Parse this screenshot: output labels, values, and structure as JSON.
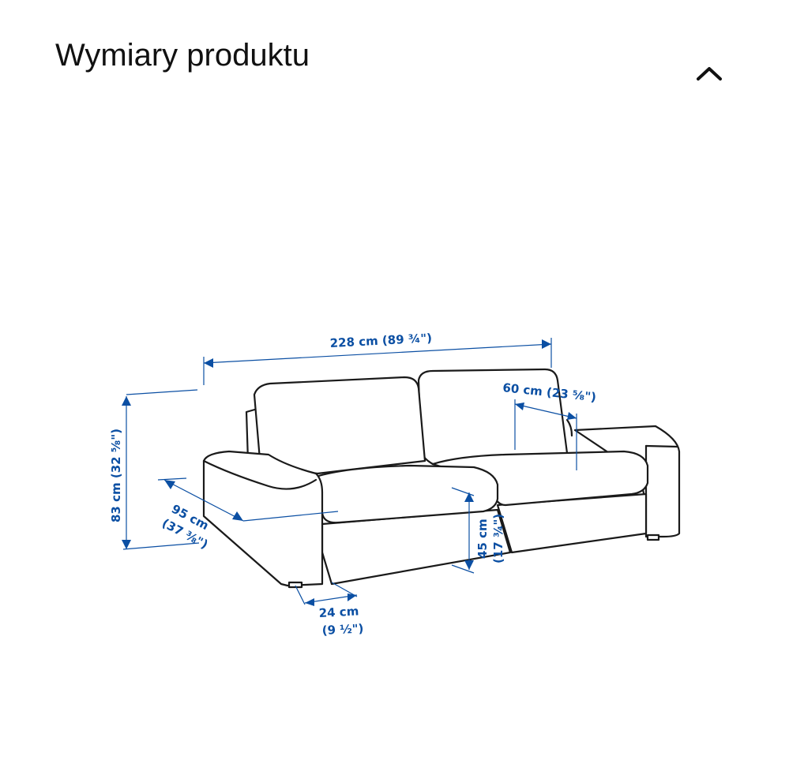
{
  "header": {
    "title": "Wymiary produktu",
    "toggle_icon": "chevron-up-icon"
  },
  "diagram": {
    "accent_color": "#0b4fa3",
    "width_label": "228 cm (89 ¾\")",
    "height_label": "83 cm (32 ⅝\")",
    "depth_label_line1": "95 cm",
    "depth_label_line2": "(37 ⅜\")",
    "seat_depth_label": "60 cm (23 ⅝\")",
    "seat_height_label_line1": "45 cm",
    "seat_height_label_line2": "(17 ¾\")",
    "armrest_width_label_line1": "24 cm",
    "armrest_width_label_line2": "(9 ½\")"
  }
}
